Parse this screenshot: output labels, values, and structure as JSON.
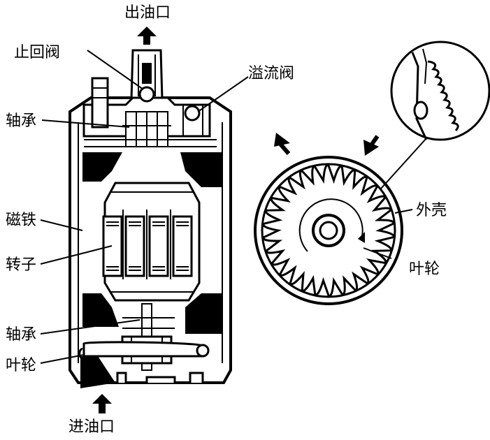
{
  "labels": {
    "outlet": "出油口",
    "check_valve": "止回阀",
    "relief_valve": "溢流阀",
    "bearing_top": "轴承",
    "magnet": "磁铁",
    "rotor": "转子",
    "bearing_bottom": "轴承",
    "impeller_left": "叶轮",
    "inlet": "进油口",
    "housing": "外壳",
    "impeller_right": "叶轮"
  },
  "colors": {
    "ink": "#000000",
    "paper": "#ffffff"
  }
}
